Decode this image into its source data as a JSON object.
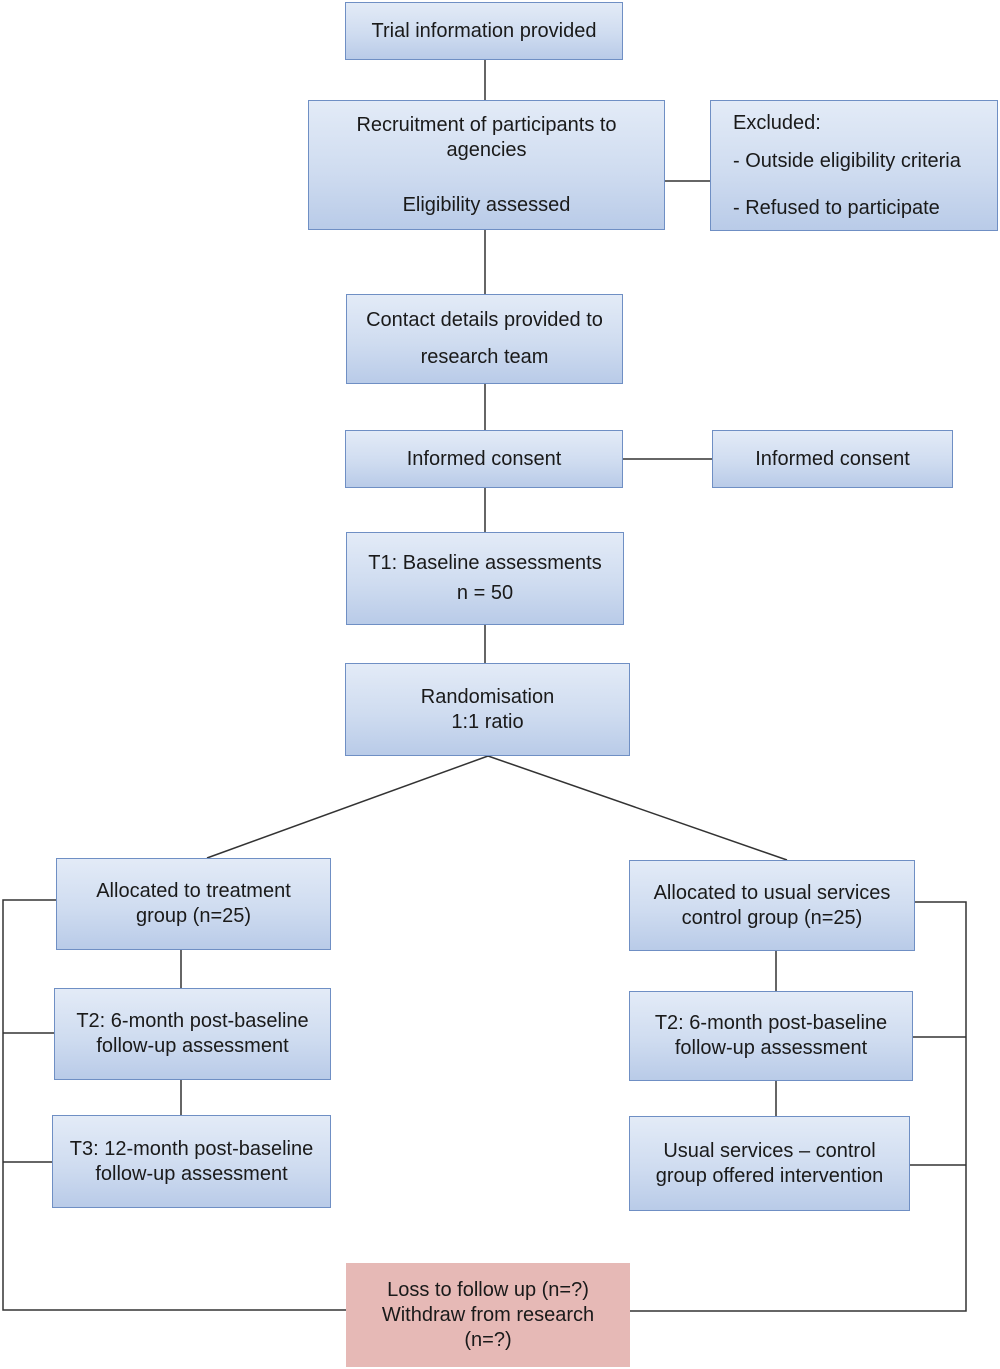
{
  "boxes": {
    "trial_info": {
      "lines": [
        "Trial information provided"
      ]
    },
    "recruitment": {
      "lines": [
        "Recruitment of participants to",
        "agencies",
        "Eligibility assessed"
      ]
    },
    "excluded": {
      "lines": [
        "Excluded:",
        "- Outside eligibility criteria",
        "- Refused to participate"
      ]
    },
    "contact": {
      "lines": [
        "Contact details provided to",
        "research team"
      ]
    },
    "consent_main": {
      "lines": [
        "Informed consent"
      ]
    },
    "consent_side": {
      "lines": [
        "Informed consent"
      ]
    },
    "baseline": {
      "lines": [
        "T1: Baseline assessments",
        "n = 50"
      ]
    },
    "randomisation": {
      "lines": [
        "Randomisation",
        "1:1 ratio"
      ]
    },
    "treatment": {
      "lines": [
        "Allocated to treatment",
        "group (n=25)"
      ]
    },
    "control": {
      "lines": [
        "Allocated to usual services",
        "control group (n=25)"
      ]
    },
    "t2_treatment": {
      "lines": [
        "T2: 6-month post-baseline",
        "follow-up assessment"
      ]
    },
    "t2_control": {
      "lines": [
        "T2: 6-month post-baseline",
        "follow-up assessment"
      ]
    },
    "t3_treatment": {
      "lines": [
        "T3: 12-month post-baseline",
        "follow-up assessment"
      ]
    },
    "usual_services": {
      "lines": [
        "Usual services – control",
        "group offered intervention"
      ]
    },
    "loss": {
      "lines": [
        "Loss to follow up (n=?)",
        "Withdraw from research",
        "(n=?)"
      ]
    }
  },
  "colors": {
    "box_fill_top": "#e3ebf7",
    "box_fill_bottom": "#b9cbe8",
    "box_border": "#6f8fc4",
    "loss_fill": "#e6b9b6",
    "connector": "#333333"
  }
}
